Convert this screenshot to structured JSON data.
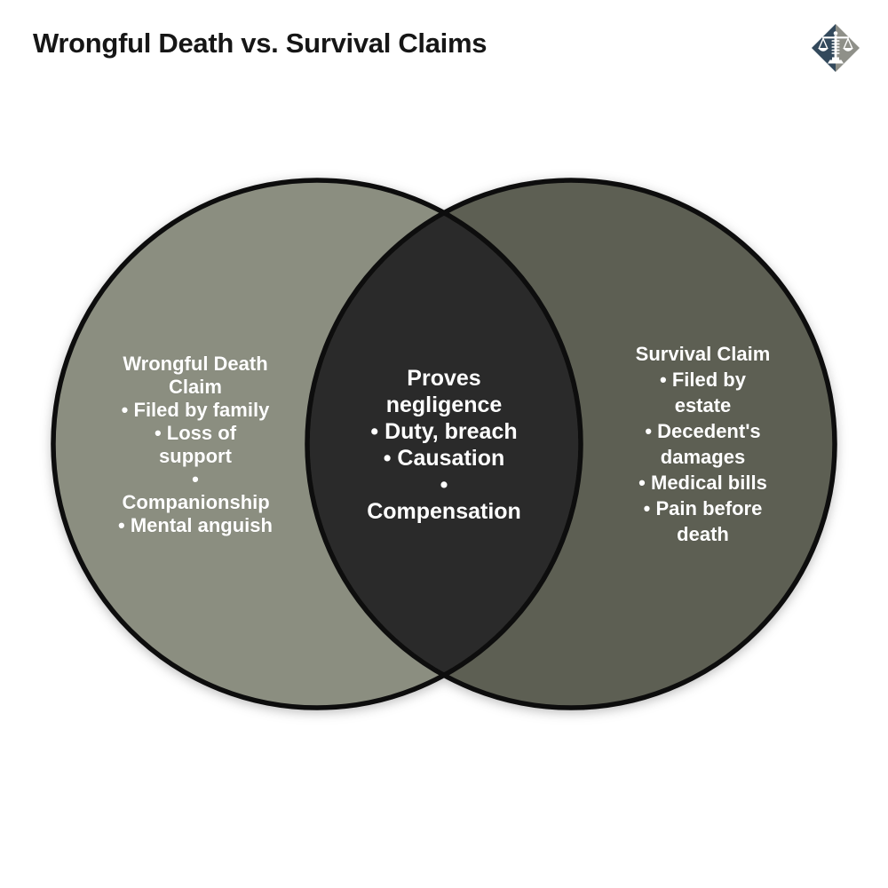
{
  "header": {
    "title": "Wrongful Death vs. Survival Claims"
  },
  "logo": {
    "icon": "scales-of-justice",
    "diamond_left_color": "#33495c",
    "diamond_right_color": "#8f9089",
    "glyph_color": "#ffffff"
  },
  "venn": {
    "bullet": "•",
    "stroke_color": "#0c0c0c",
    "text_color": "#ffffff",
    "left_circle": {
      "title": "Wrongful Death Claim",
      "items": [
        "Filed by family",
        "Loss of support",
        "Companionship",
        "Mental anguish"
      ],
      "fill": "#8b8e80"
    },
    "overlap": {
      "title": "Proves negligence",
      "items": [
        "Duty, breach",
        "Causation",
        "Compensation"
      ],
      "fill": "#2c2c2a"
    },
    "right_circle": {
      "title": "Survival Claim",
      "items": [
        "Filed by estate",
        "Decedent's damages",
        "Medical bills",
        "Pain before death"
      ],
      "fill": "#5d5f53"
    }
  }
}
